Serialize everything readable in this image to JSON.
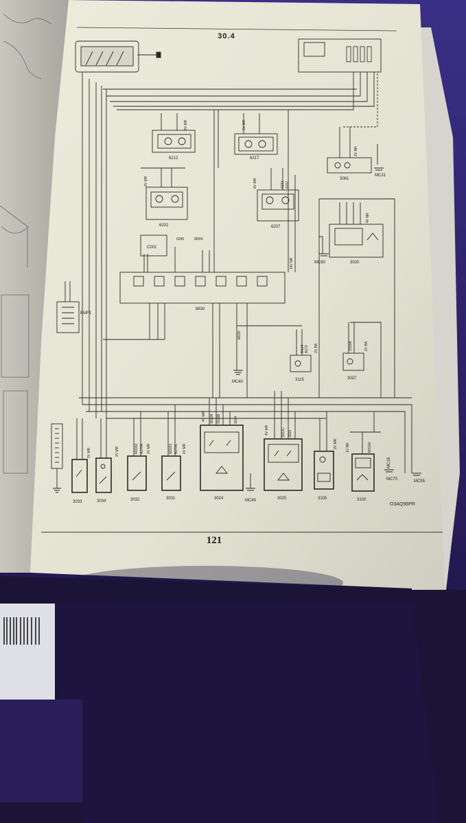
{
  "document": {
    "section_number": "30.4",
    "page_number": "121",
    "figure_reference": "O3AQ96PR"
  },
  "diagram": {
    "components": [
      {
        "id": "BMF1",
        "label": "BMF1"
      },
      {
        "id": "6212",
        "label": "6212",
        "pins": "5V MR"
      },
      {
        "id": "6217",
        "label": "6217",
        "pins": "5V MR"
      },
      {
        "id": "6202",
        "label": "6202",
        "pins": "6V MR"
      },
      {
        "id": "6207",
        "label": "6207",
        "pins": "6V MR"
      },
      {
        "id": "3061",
        "label": "3061",
        "pins": "2V NR"
      },
      {
        "id": "3020",
        "label": "3020",
        "pins": "4V NR"
      },
      {
        "id": "C001",
        "label": "C001"
      },
      {
        "id": "8630",
        "label": "8630",
        "pins": "16V NR"
      },
      {
        "id": "3115",
        "label": "3115",
        "pins": "2V BA"
      },
      {
        "id": "3037",
        "label": "3037",
        "pins": "2V BA"
      },
      {
        "id": "3033",
        "label": "3033",
        "pins": "2V MR"
      },
      {
        "id": "3034",
        "label": "3034",
        "pins": "2V MR"
      },
      {
        "id": "3032",
        "label": "3032",
        "pins": "2V MR"
      },
      {
        "id": "3031",
        "label": "3031",
        "pins": "2V MR"
      },
      {
        "id": "3024",
        "label": "3024",
        "pins": "4V MR"
      },
      {
        "id": "3025",
        "label": "3025",
        "pins": "4V MR"
      },
      {
        "id": "3105",
        "label": "3105",
        "pins": "2V MR"
      },
      {
        "id": "3100",
        "label": "3100",
        "pins": "1V NR"
      }
    ],
    "grounds": [
      "MC31",
      "MC60",
      "MC40",
      "MC45",
      "MC70",
      "MC55",
      "MC18"
    ],
    "wire_codes": [
      "6245",
      "/8000",
      "6232",
      "6207",
      "M630",
      "A170",
      "M124",
      "3024",
      "3022A",
      "3022B",
      "3022C",
      "3025",
      "3109A",
      "M3100",
      "M3031",
      "A170C",
      "M3032",
      "A170A"
    ]
  }
}
